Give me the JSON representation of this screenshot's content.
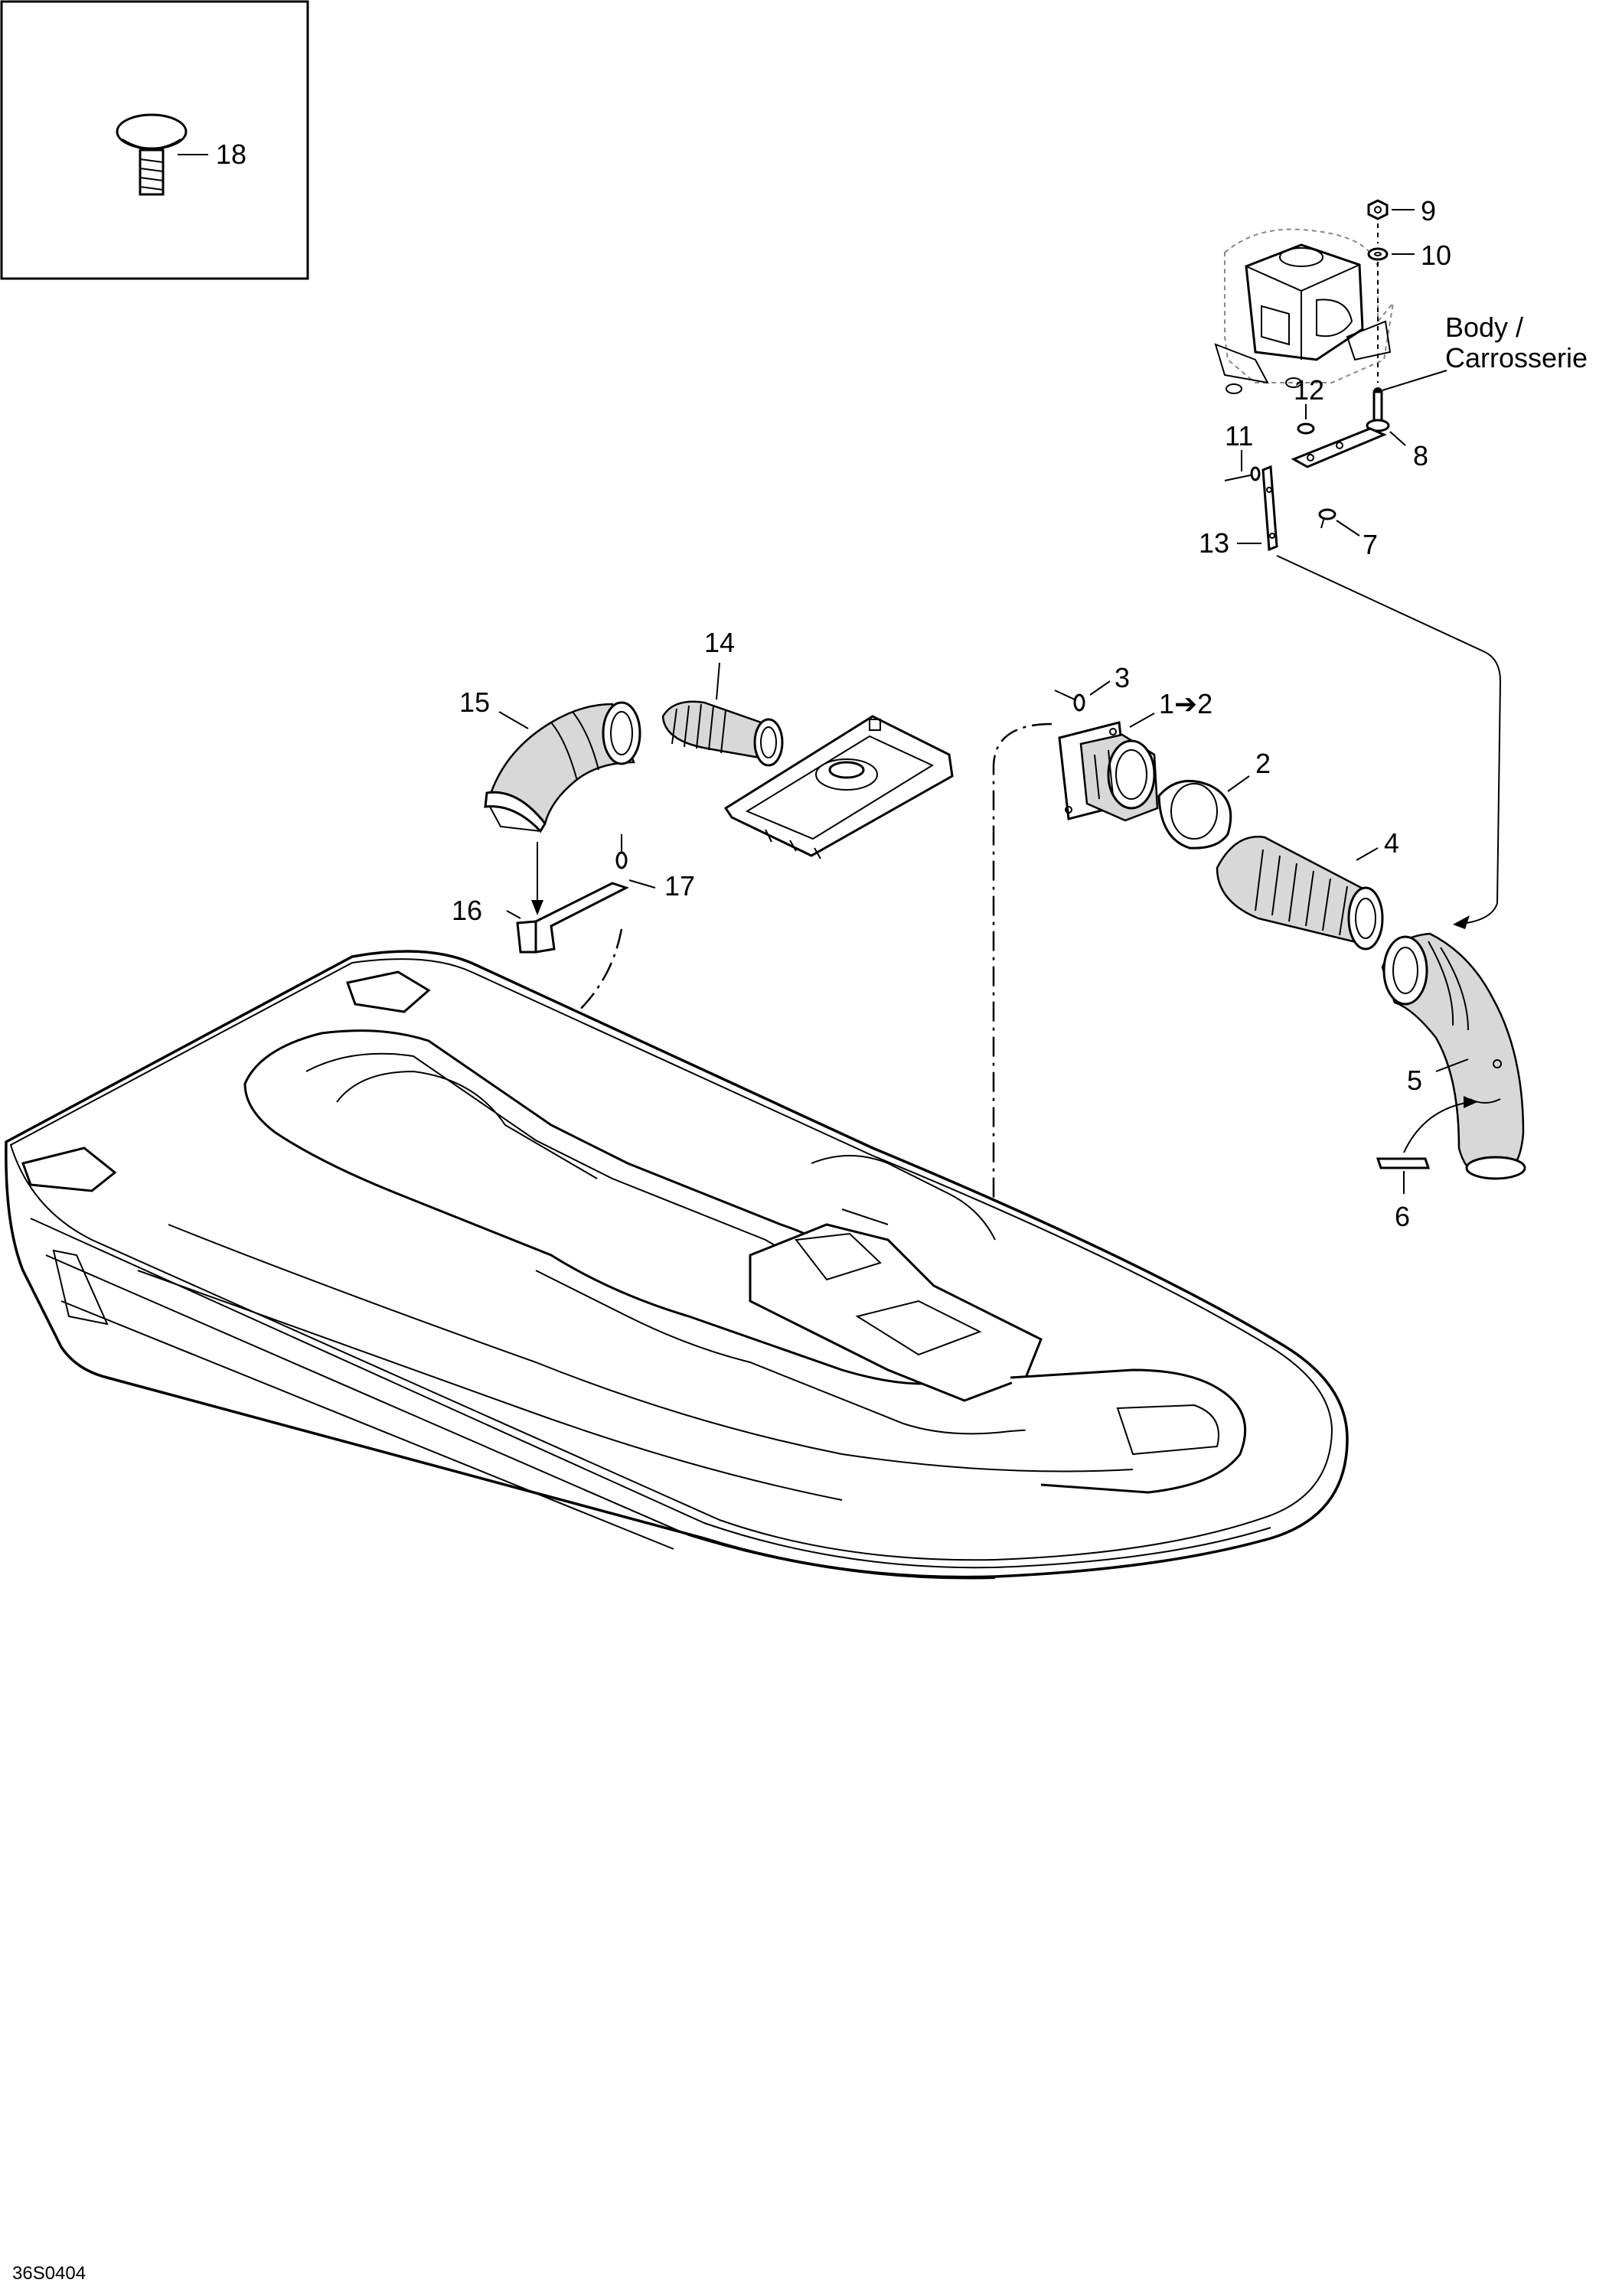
{
  "diagram_code": "36S0404",
  "inset": {
    "part_label": "18"
  },
  "callouts": {
    "p1_2": "1➔2",
    "p2": "2",
    "p3": "3",
    "p4": "4",
    "p5": "5",
    "p6": "6",
    "p7": "7",
    "p8": "8",
    "p9": "9",
    "p10": "10",
    "p11": "11",
    "p12": "12",
    "p13": "13",
    "p14": "14",
    "p15": "15",
    "p16": "16",
    "p17": "17"
  },
  "body_label": {
    "line1": "Body /",
    "line2": "Carrosserie"
  }
}
